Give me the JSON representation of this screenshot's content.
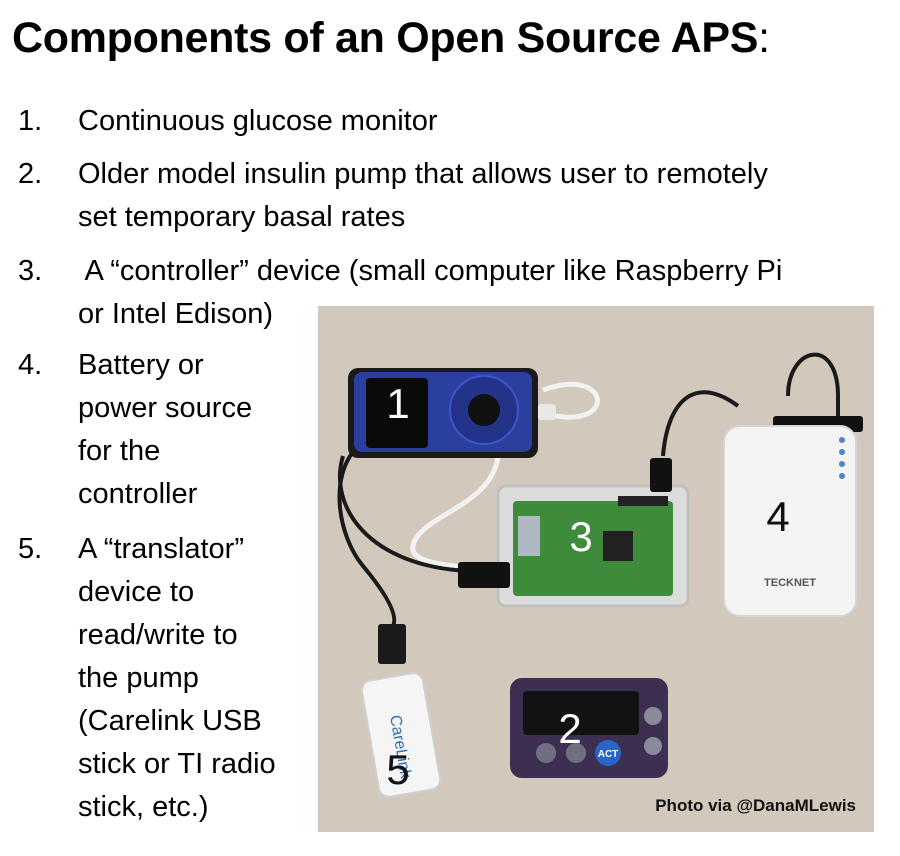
{
  "title": "Components of an Open Source APS",
  "title_colon": ":",
  "items": [
    {
      "num": "1.",
      "lines": [
        "Continuous glucose monitor"
      ]
    },
    {
      "num": "2.",
      "lines": [
        "Older model insulin pump that allows user to remotely",
        "set temporary basal rates"
      ]
    },
    {
      "num": "3.",
      "lines": [
        " A “controller” device (small computer like Raspberry Pi",
        "or Intel Edison)"
      ]
    },
    {
      "num": "4.",
      "lines": [
        "Battery or",
        "power source",
        "for the",
        "controller"
      ]
    },
    {
      "num": "5.",
      "lines": [
        "A “translator”",
        "device to",
        "read/write to",
        "the pump",
        "(Carelink USB",
        "stick or TI radio",
        "stick, etc.)"
      ]
    }
  ],
  "photo": {
    "labels": [
      "1",
      "2",
      "3",
      "4",
      "5"
    ],
    "credit": "Photo via @DanaMLewis",
    "carelink_text": "CareLink",
    "battery_brand": "TECKNET",
    "pump_button": "ACT"
  }
}
